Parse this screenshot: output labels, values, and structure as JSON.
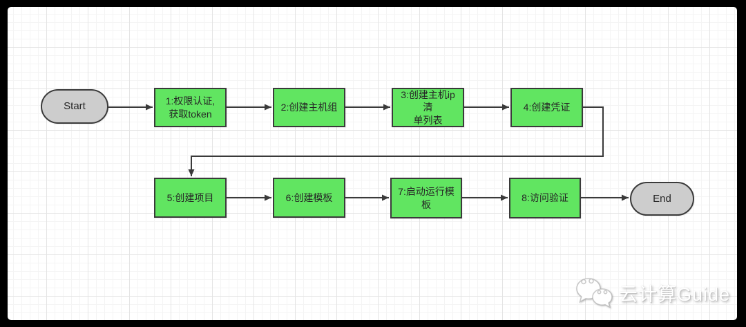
{
  "diagram": {
    "type": "flowchart",
    "nodes": [
      {
        "id": "start",
        "type": "terminal",
        "label": "Start"
      },
      {
        "id": "step-1",
        "type": "process",
        "label": "1:权限认证,\n获取token"
      },
      {
        "id": "step-2",
        "type": "process",
        "label": "2:创建主机组"
      },
      {
        "id": "step-3",
        "type": "process",
        "label": "3:创建主机ip清\n单列表"
      },
      {
        "id": "step-4",
        "type": "process",
        "label": "4:创建凭证"
      },
      {
        "id": "step-5",
        "type": "process",
        "label": "5:创建项目"
      },
      {
        "id": "step-6",
        "type": "process",
        "label": "6:创建模板"
      },
      {
        "id": "step-7",
        "type": "process",
        "label": "7:启动运行模\n板"
      },
      {
        "id": "step-8",
        "type": "process",
        "label": "8:访问验证"
      },
      {
        "id": "end",
        "type": "terminal",
        "label": "End"
      }
    ],
    "edges": [
      {
        "from": "start",
        "to": "step-1"
      },
      {
        "from": "step-1",
        "to": "step-2"
      },
      {
        "from": "step-2",
        "to": "step-3"
      },
      {
        "from": "step-3",
        "to": "step-4"
      },
      {
        "from": "step-4",
        "to": "step-5"
      },
      {
        "from": "step-5",
        "to": "step-6"
      },
      {
        "from": "step-6",
        "to": "step-7"
      },
      {
        "from": "step-7",
        "to": "step-8"
      },
      {
        "from": "step-8",
        "to": "end"
      }
    ],
    "colors": {
      "process_fill": "#61e561",
      "terminal_fill": "#cdcdcd",
      "shape_border": "#3a3a3a",
      "connector": "#3a3a3a",
      "frame": "#000000"
    }
  },
  "watermark": {
    "icon": "wechat-icon",
    "text": "云计算Guide"
  }
}
